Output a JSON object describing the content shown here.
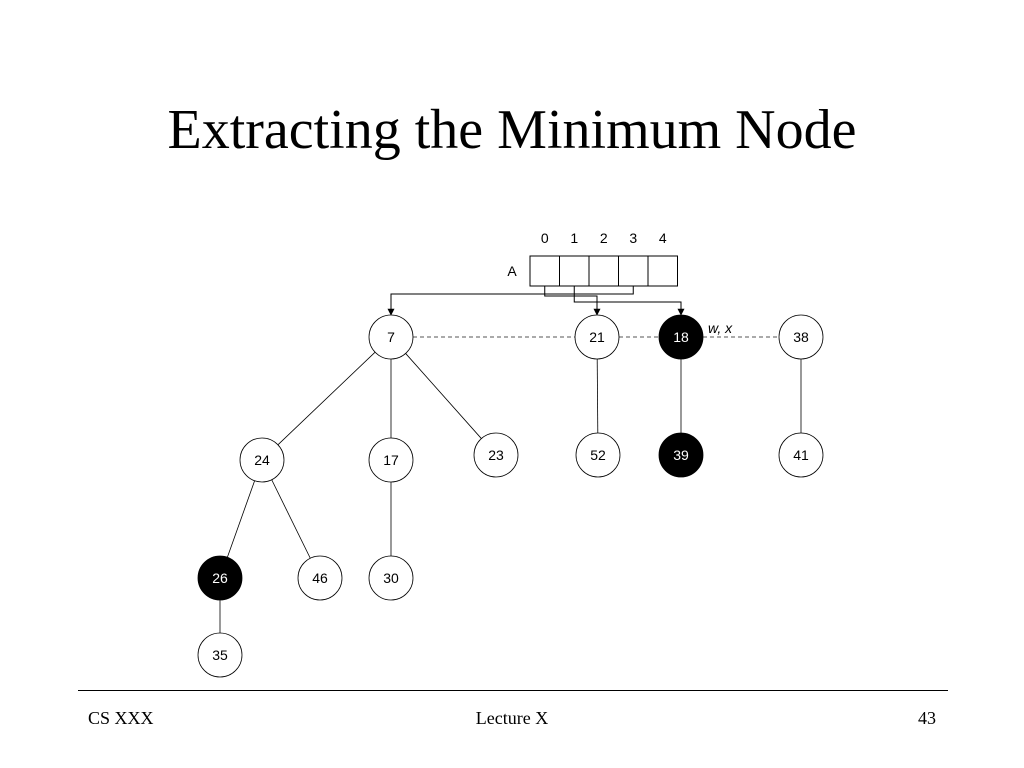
{
  "slide": {
    "title": "Extracting the Minimum Node"
  },
  "array": {
    "label": "A",
    "indices": [
      "0",
      "1",
      "2",
      "3",
      "4"
    ]
  },
  "annotation": {
    "text": "w, x"
  },
  "nodes": [
    {
      "id": "n7",
      "label": "7",
      "color": "white"
    },
    {
      "id": "n21",
      "label": "21",
      "color": "white"
    },
    {
      "id": "n18",
      "label": "18",
      "color": "black"
    },
    {
      "id": "n38",
      "label": "38",
      "color": "white"
    },
    {
      "id": "n24",
      "label": "24",
      "color": "white"
    },
    {
      "id": "n17",
      "label": "17",
      "color": "white"
    },
    {
      "id": "n23",
      "label": "23",
      "color": "white"
    },
    {
      "id": "n52",
      "label": "52",
      "color": "white"
    },
    {
      "id": "n39",
      "label": "39",
      "color": "black"
    },
    {
      "id": "n41",
      "label": "41",
      "color": "white"
    },
    {
      "id": "n26",
      "label": "26",
      "color": "black"
    },
    {
      "id": "n46",
      "label": "46",
      "color": "white"
    },
    {
      "id": "n30",
      "label": "30",
      "color": "white"
    },
    {
      "id": "n35",
      "label": "35",
      "color": "white"
    }
  ],
  "tree_edges": [
    [
      "n7",
      "n24"
    ],
    [
      "n7",
      "n17"
    ],
    [
      "n7",
      "n23"
    ],
    [
      "n21",
      "n52"
    ],
    [
      "n18",
      "n39"
    ],
    [
      "n38",
      "n41"
    ],
    [
      "n24",
      "n26"
    ],
    [
      "n24",
      "n46"
    ],
    [
      "n17",
      "n30"
    ],
    [
      "n26",
      "n35"
    ]
  ],
  "root_list": [
    "n7",
    "n21",
    "n18",
    "n38"
  ],
  "array_pointers": [
    {
      "index": 0,
      "target": "n21"
    },
    {
      "index": 1,
      "target": "n18"
    },
    {
      "index": 3,
      "target": "n7"
    }
  ],
  "footer": {
    "left": "CS XXX",
    "center": "Lecture X",
    "right": "43"
  }
}
